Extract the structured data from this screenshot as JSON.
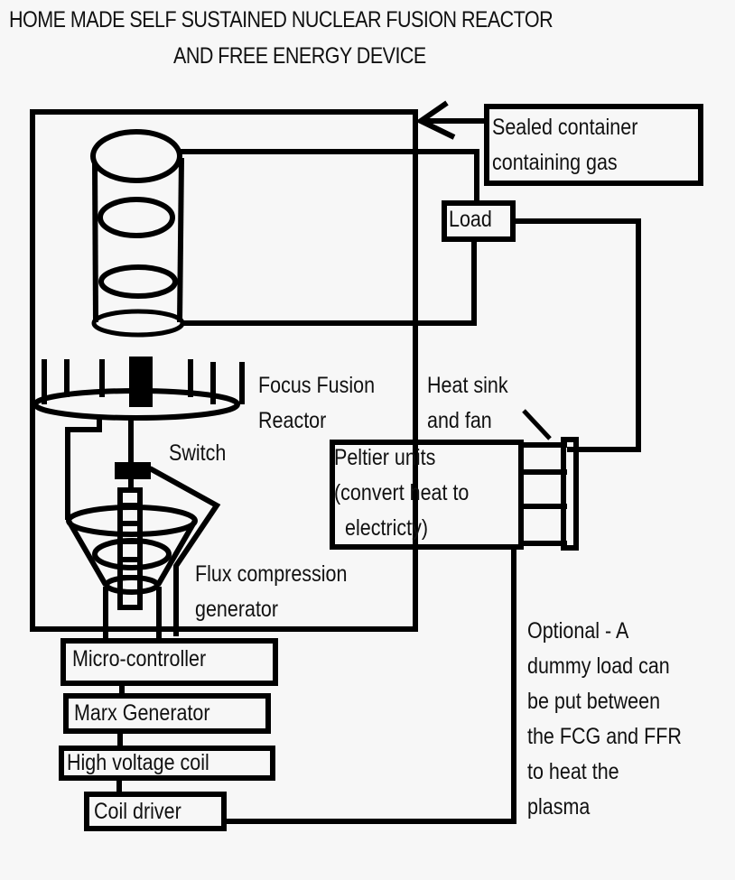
{
  "title": {
    "line1": "HOME MADE SELF SUSTAINED NUCLEAR FUSION REACTOR",
    "line2": "AND FREE ENERGY DEVICE"
  },
  "labels": {
    "sealed_container": [
      "Sealed container",
      "containing gas"
    ],
    "load": "Load",
    "focus_fusion": [
      "Focus Fusion",
      "Reactor"
    ],
    "heat_sink": [
      "Heat sink",
      "and fan"
    ],
    "switch": "Switch",
    "peltier": [
      "Peltier units",
      "(convert heat to",
      "electricty)"
    ],
    "flux": [
      "Flux compression",
      "generator"
    ],
    "micro_controller": "Micro-controller",
    "marx": "Marx Generator",
    "hv_coil": "High voltage coil",
    "coil_driver": "Coil driver",
    "optional_note": [
      "Optional - A",
      "dummy load can",
      "be put between",
      "the FCG and FFR",
      "to heat the",
      "plasma"
    ]
  },
  "colors": {
    "ink": "#000000",
    "paper": "#f7f7f7"
  }
}
